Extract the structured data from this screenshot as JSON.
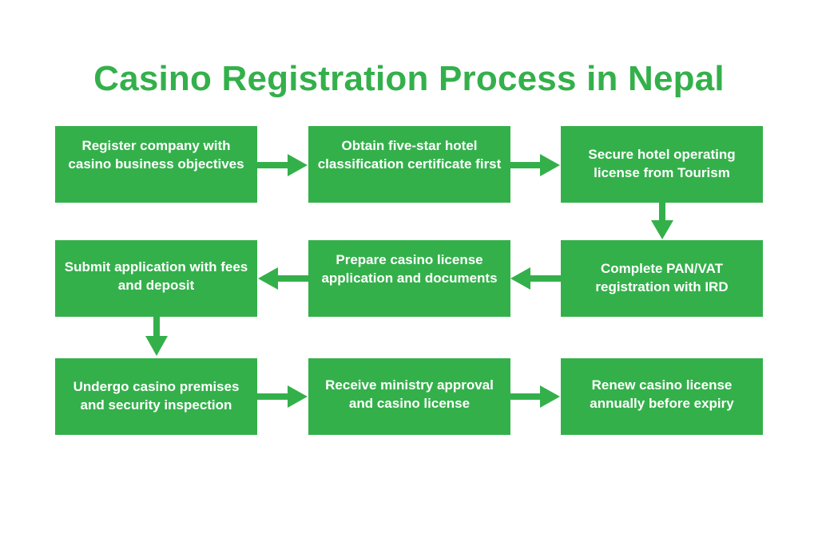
{
  "title": "Casino Registration Process in Nepal",
  "colors": {
    "accent": "#34b04b",
    "text": "#ffffff",
    "background": "#ffffff"
  },
  "steps": [
    "Register company with casino business objectives",
    "Obtain five-star hotel classification certificate first",
    "Secure hotel operating license from Tourism",
    "Complete PAN/VAT registration with IRD",
    "Prepare casino license application and documents",
    "Submit application with fees and deposit",
    "Undergo casino premises and security inspection",
    "Receive ministry approval and casino license",
    "Renew casino license annually before expiry"
  ]
}
